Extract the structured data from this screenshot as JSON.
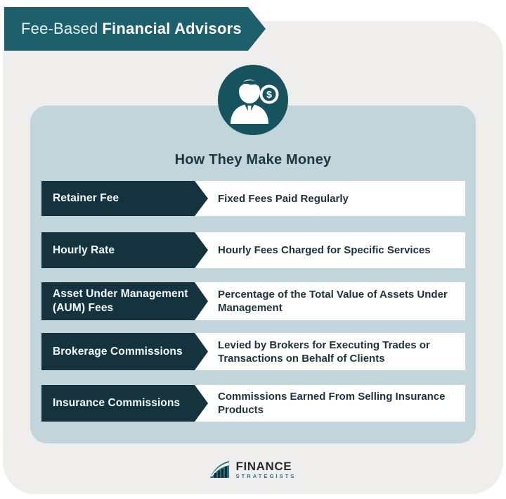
{
  "banner": {
    "title_regular": "Fee-Based",
    "title_bold": "Financial Advisors"
  },
  "heading": "How They Make Money",
  "rows": [
    {
      "label": "Retainer Fee",
      "description": "Fixed Fees Paid Regularly"
    },
    {
      "label": "Hourly Rate",
      "description": "Hourly Fees Charged for Specific Services"
    },
    {
      "label": "Asset Under Management (AUM) Fees",
      "description": "Percentage of the Total Value of Assets Under Management"
    },
    {
      "label": "Brokerage Commissions",
      "description": "Levied by Brokers for Executing Trades or Transactions on Behalf of Clients"
    },
    {
      "label": "Insurance Commissions",
      "description": "Commissions Earned From Selling Insurance Products"
    }
  ],
  "footer": {
    "logo_line1": "FINANCE",
    "logo_line2": "STRATEGISTS"
  },
  "icons": {
    "advisor": "advisor-with-dollar-coin-icon",
    "logo_mark": "bar-chart-growth-logo-icon"
  },
  "colors": {
    "banner_teal": "#1d5f6b",
    "arrow_dark_teal": "#14333e",
    "card_blue_gray": "#c1d5da",
    "panel_gray": "#efeeec",
    "circle_teal": "#17525f",
    "text_dark": "#1e323c",
    "logo_teal": "#1f7487",
    "logo_dark": "#242e35",
    "white": "#ffffff"
  }
}
